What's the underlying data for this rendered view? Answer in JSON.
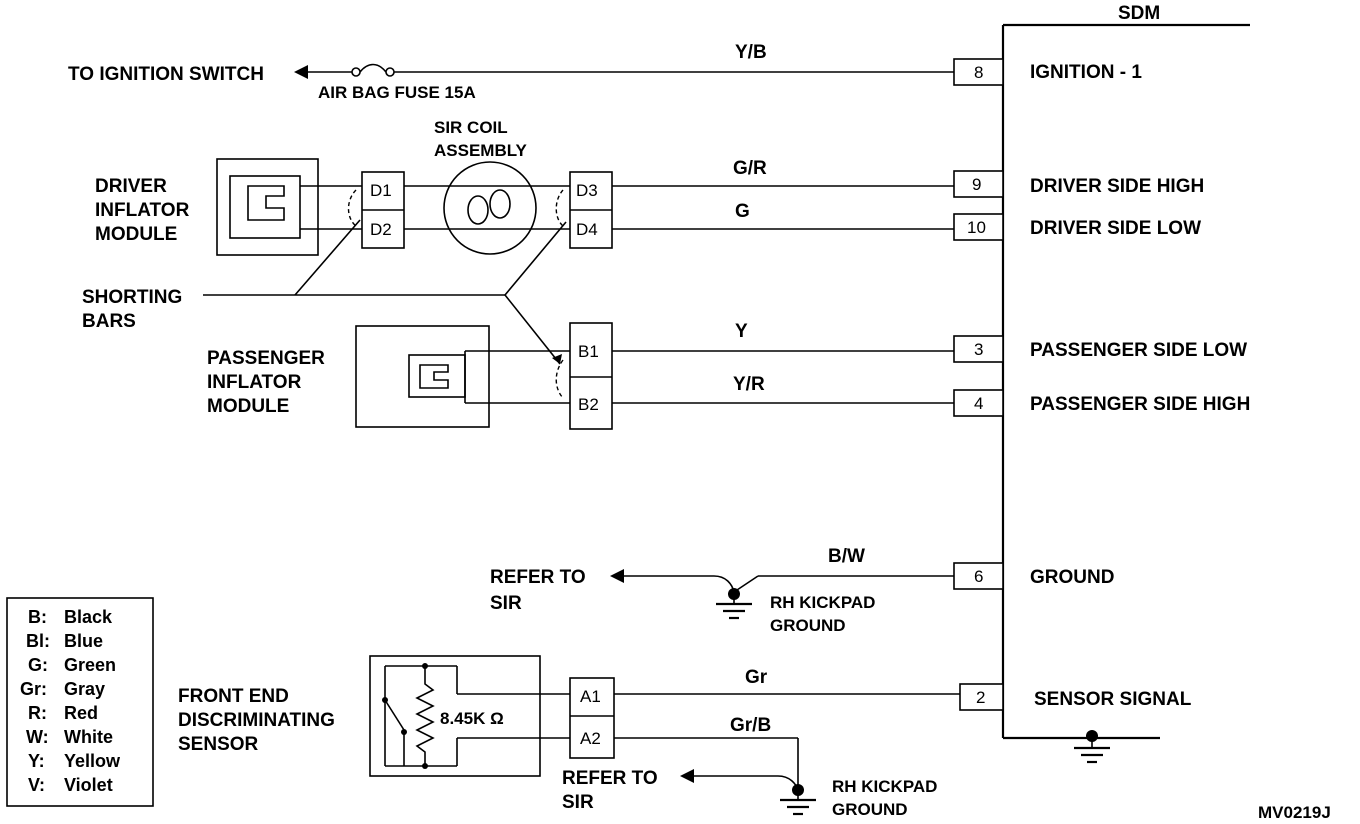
{
  "sdm": {
    "title": "SDM",
    "pins": [
      {
        "num": "8",
        "label": "IGNITION - 1"
      },
      {
        "num": "9",
        "label": "DRIVER SIDE HIGH"
      },
      {
        "num": "10",
        "label": "DRIVER SIDE LOW"
      },
      {
        "num": "3",
        "label": "PASSENGER SIDE LOW"
      },
      {
        "num": "4",
        "label": "PASSENGER SIDE HIGH"
      },
      {
        "num": "6",
        "label": "GROUND"
      },
      {
        "num": "2",
        "label": "SENSOR SIGNAL"
      }
    ]
  },
  "wires": [
    "Y/B",
    "G/R",
    "G",
    "Y",
    "Y/R",
    "B/W",
    "Gr",
    "Gr/B"
  ],
  "ignition": {
    "label": "TO IGNITION SWITCH",
    "fuse": "AIR BAG FUSE 15A"
  },
  "sir_coil": {
    "line1": "SIR COIL",
    "line2": "ASSEMBLY"
  },
  "driver_module": {
    "line1": "DRIVER",
    "line2": "INFLATOR",
    "line3": "MODULE"
  },
  "passenger_module": {
    "line1": "PASSENGER",
    "line2": "INFLATOR",
    "line3": "MODULE"
  },
  "shorting_bars": {
    "line1": "SHORTING",
    "line2": "BARS"
  },
  "connectors": {
    "d1": "D1",
    "d2": "D2",
    "d3": "D3",
    "d4": "D4",
    "b1": "B1",
    "b2": "B2",
    "a1": "A1",
    "a2": "A2"
  },
  "refer1": {
    "line1": "REFER TO",
    "line2": "SIR"
  },
  "refer2": {
    "line1": "REFER TO",
    "line2": "SIR"
  },
  "ground1": {
    "line1": "RH KICKPAD",
    "line2": "GROUND"
  },
  "ground2": {
    "line1": "RH KICKPAD",
    "line2": "GROUND"
  },
  "sensor": {
    "line1": "FRONT END",
    "line2": "DISCRIMINATING",
    "line3": "SENSOR",
    "resistance": "8.45K Ω"
  },
  "legend": [
    {
      "code": "B:",
      "name": "Black"
    },
    {
      "code": "Bl:",
      "name": "Blue"
    },
    {
      "code": "G:",
      "name": "Green"
    },
    {
      "code": "Gr:",
      "name": "Gray"
    },
    {
      "code": "R:",
      "name": "Red"
    },
    {
      "code": "W:",
      "name": "White"
    },
    {
      "code": "Y:",
      "name": "Yellow"
    },
    {
      "code": "V:",
      "name": "Violet"
    }
  ],
  "figure_id": "MV0219J"
}
